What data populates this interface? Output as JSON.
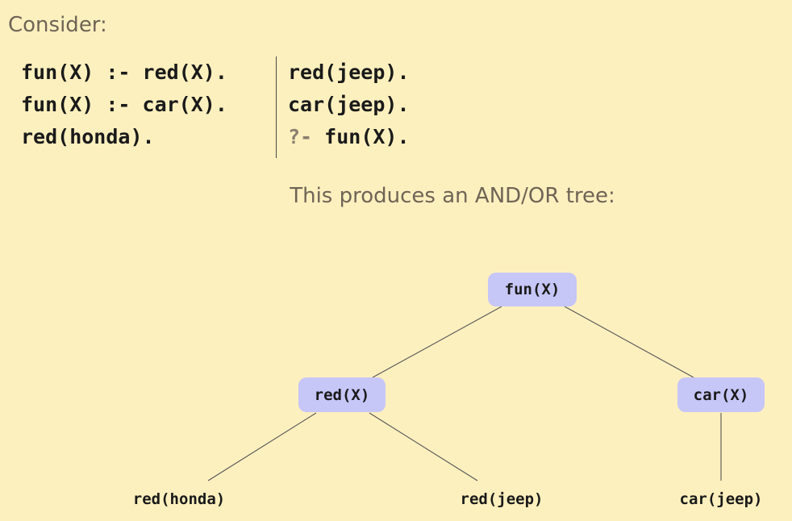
{
  "heading": "Consider:",
  "code": {
    "left": [
      "fun(X) :- red(X).",
      "fun(X) :- car(X).",
      "red(honda)."
    ],
    "right": [
      "red(jeep).",
      "car(jeep).",
      "fun(X)."
    ],
    "query_prompt": "?-"
  },
  "caption": "This produces an AND/OR tree:",
  "tree": {
    "root": "fun(X)",
    "left": "red(X)",
    "right": "car(X)",
    "leaf_red_honda": "red(honda)",
    "leaf_red_jeep": "red(jeep)",
    "leaf_car_jeep": "car(jeep)"
  },
  "colors": {
    "background": "#fdf0bf",
    "node_fill": "#c6c6f7",
    "text_muted": "#6f6456"
  }
}
